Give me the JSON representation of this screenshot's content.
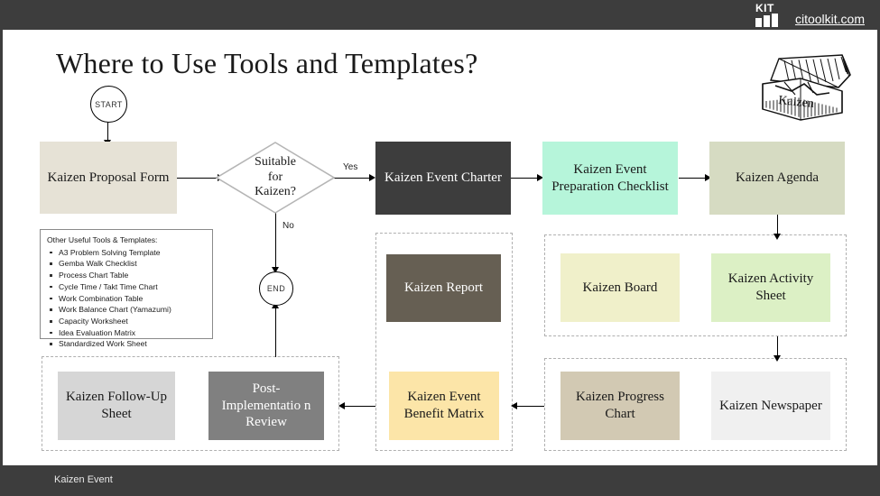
{
  "header": {
    "logo_kit": "KIT",
    "logo_url": "citoolkit.com"
  },
  "footer": {
    "label": "Kaizen Event"
  },
  "title": "Where to Use Tools and Templates?",
  "illustration": {
    "name": "kaizen-toolbox",
    "label": "Kaizen"
  },
  "flow": {
    "start": "START",
    "end": "END",
    "decision": "Suitable for Kaizen?",
    "decision_line1": "Suitable",
    "decision_line2": "for",
    "decision_line3": "Kaizen?",
    "label_yes": "Yes",
    "label_no": "No"
  },
  "nodes": {
    "proposal_form": "Kaizen Proposal Form",
    "event_charter": "Kaizen Event Charter",
    "prep_checklist": "Kaizen Event Preparation Checklist",
    "agenda": "Kaizen Agenda",
    "report": "Kaizen Report",
    "board": "Kaizen Board",
    "activity_sheet": "Kaizen Activity Sheet",
    "followup_sheet": "Kaizen Follow-Up Sheet",
    "post_review": "Post-Implementatio n Review",
    "benefit_matrix": "Kaizen Event Benefit Matrix",
    "progress_chart": "Kaizen Progress Chart",
    "newspaper": "Kaizen Newspaper"
  },
  "colors": {
    "bar": "#3d3d3d",
    "proposal_form": "#e6e2d6",
    "event_charter": "#3d3d3d",
    "prep_checklist": "#b6f5da",
    "agenda": "#d6dbc2",
    "report": "#665f53",
    "board": "#f0f0ca",
    "activity_sheet": "#dcf0c5",
    "followup_sheet": "#d6d6d6",
    "post_review": "#808080",
    "benefit_matrix": "#fce5a8",
    "progress_chart": "#d2c9b3",
    "newspaper": "#f0f0f0"
  },
  "notes": {
    "heading": "Other Useful Tools & Templates:",
    "items": [
      "A3 Problem Solving Template",
      "Gemba Walk Checklist",
      "Process Chart Table",
      "Cycle Time / Takt Time Chart",
      "Work Combination Table",
      "Work Balance Chart (Yamazumi)",
      "Capacity Worksheet",
      "Idea Evaluation Matrix",
      "Standardized Work Sheet"
    ]
  }
}
